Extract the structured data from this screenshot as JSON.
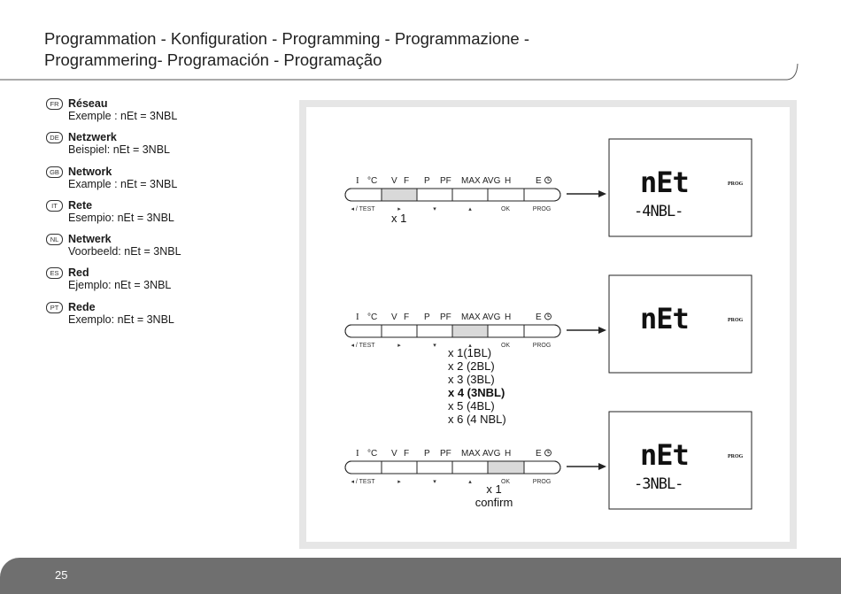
{
  "header": {
    "title_line1": "Programmation - Konfiguration - Programming - Programmazione -",
    "title_line2": "Programmering- Programación - Programação"
  },
  "languages": [
    {
      "code": "FR",
      "title": "Réseau",
      "text": "Exemple : nEt = 3NBL"
    },
    {
      "code": "DE",
      "title": "Netzwerk",
      "text": "Beispiel: nEt = 3NBL"
    },
    {
      "code": "GB",
      "title": "Network",
      "text": "Example : nEt = 3NBL"
    },
    {
      "code": "IT",
      "title": "Rete",
      "text": "Esempio: nEt = 3NBL"
    },
    {
      "code": "NL",
      "title": "Netwerk",
      "text": "Voorbeeld: nEt = 3NBL"
    },
    {
      "code": "ES",
      "title": "Red",
      "text": "Ejemplo: nEt = 3NBL"
    },
    {
      "code": "PT",
      "title": "Rede",
      "text": "Exemplo: nEt = 3NBL"
    }
  ],
  "keypad": {
    "top_labels": [
      "I",
      "°C",
      "V",
      "F",
      "P",
      "PF",
      "MAX",
      "AVG",
      "H",
      "E"
    ],
    "bottom_labels": [
      "◂ / TEST",
      "▸",
      "▾",
      "▴",
      "OK",
      "PROG"
    ]
  },
  "steps": [
    {
      "highlight_key": 1,
      "press": [
        "x 1"
      ],
      "display_main": "nEt",
      "display_sub": "-4NBL-",
      "badge": "PROG"
    },
    {
      "highlight_key": 3,
      "press": [
        "x 1(1BL)",
        "x 2 (2BL)",
        "x 3 (3BL)",
        "x 4 (3NBL)",
        "x 5 (4BL)",
        "x 6 (4 NBL)"
      ],
      "bold_index": 3,
      "display_main": "nEt",
      "display_sub": "",
      "badge": "PROG"
    },
    {
      "highlight_key": 4,
      "press": [
        "x 1",
        "confirm"
      ],
      "display_main": "nEt",
      "display_sub": "-3NBL-",
      "badge": "PROG"
    }
  ],
  "footer": {
    "page_number": "25"
  }
}
